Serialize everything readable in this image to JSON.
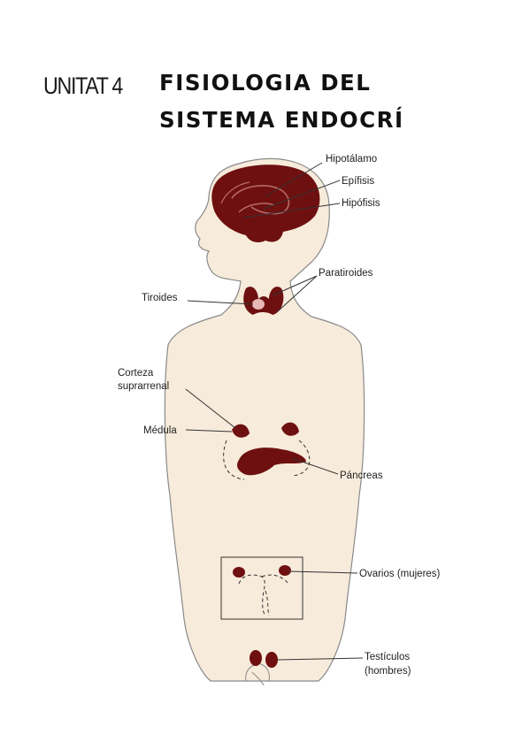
{
  "header": {
    "unit": "UNITAT 4",
    "title_line1": "FISIOLOGIA DEL",
    "title_line2": "SISTEMA ENDOCRÍ"
  },
  "labels": {
    "hipotalamo": "Hipotálamo",
    "epifisis": "Epífisis",
    "hipofisis": "Hipófisis",
    "paratiroides": "Paratiroides",
    "tiroides": "Tiroides",
    "corteza_l1": "Corteza",
    "corteza_l2": "suprarrenal",
    "medula": "Médula",
    "pancreas": "Páncreas",
    "ovarios": "Ovarios (mujeres)",
    "testiculos_l1": "Testículos",
    "testiculos_l2": "(hombres)"
  },
  "colors": {
    "skin": "#f7ebdb",
    "outline": "#8a8a8a",
    "organ": "#6e1010",
    "organ_light": "#b86a6a",
    "leader": "#333333"
  }
}
